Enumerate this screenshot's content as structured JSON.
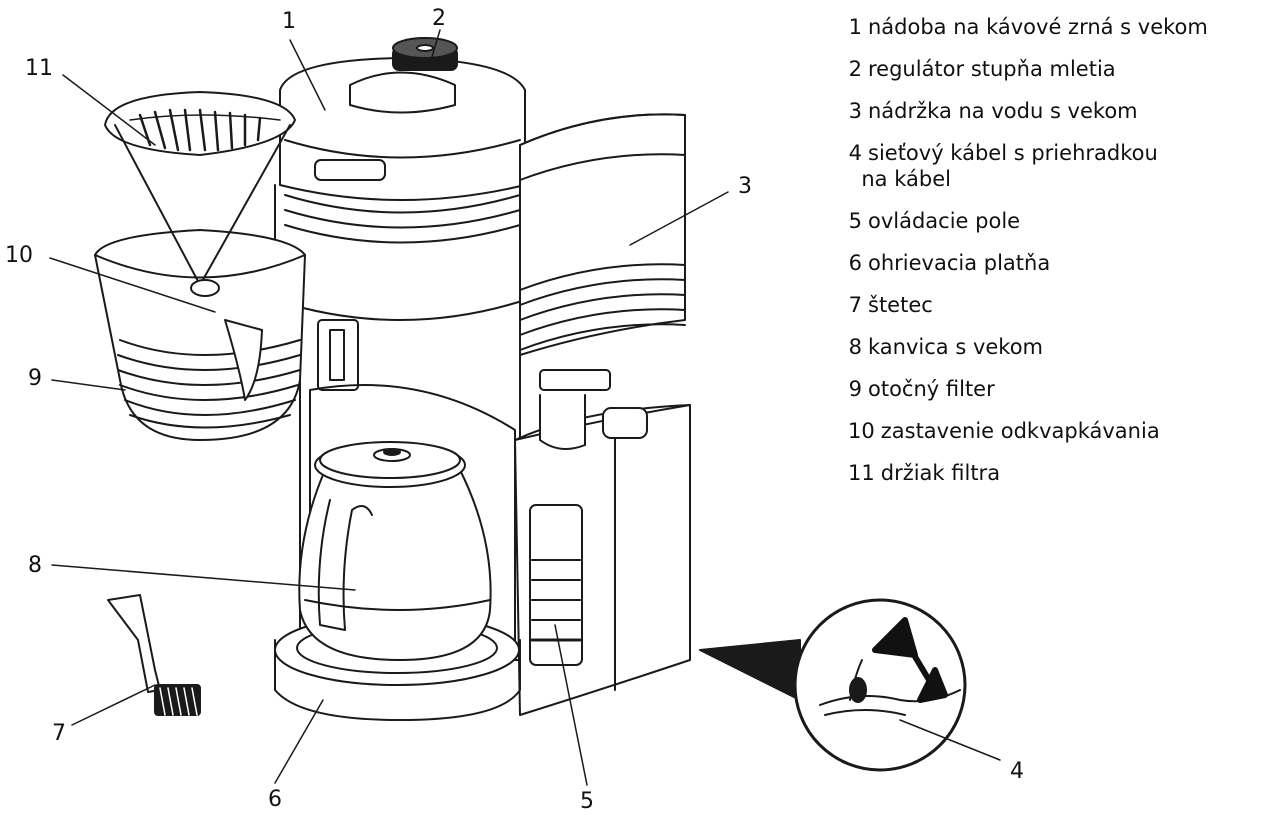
{
  "callouts": [
    {
      "num": "1"
    },
    {
      "num": "2"
    },
    {
      "num": "3"
    },
    {
      "num": "4"
    },
    {
      "num": "5"
    },
    {
      "num": "6"
    },
    {
      "num": "7"
    },
    {
      "num": "8"
    },
    {
      "num": "9"
    },
    {
      "num": "10"
    },
    {
      "num": "11"
    }
  ],
  "legend": [
    {
      "num": "1",
      "text": "nádoba na kávové zrná s vekom"
    },
    {
      "num": "2",
      "text": "regulátor stupňa mletia"
    },
    {
      "num": "3",
      "text": "nádržka na vodu s vekom"
    },
    {
      "num": "4",
      "text": "sieťový kábel s priehradkou\n  na kábel"
    },
    {
      "num": "5",
      "text": "ovládacie pole"
    },
    {
      "num": "6",
      "text": "ohrievacia platňa"
    },
    {
      "num": "7",
      "text": "štetec"
    },
    {
      "num": "8",
      "text": "kanvica s vekom"
    },
    {
      "num": "9",
      "text": "otočný filter"
    },
    {
      "num": "10",
      "text": "zastavenie odkvapkávania"
    },
    {
      "num": "11",
      "text": "držiak filtra"
    }
  ],
  "colors": {
    "line": "#1a1a1a",
    "fill": "#ffffff",
    "arrow": "#111111"
  }
}
